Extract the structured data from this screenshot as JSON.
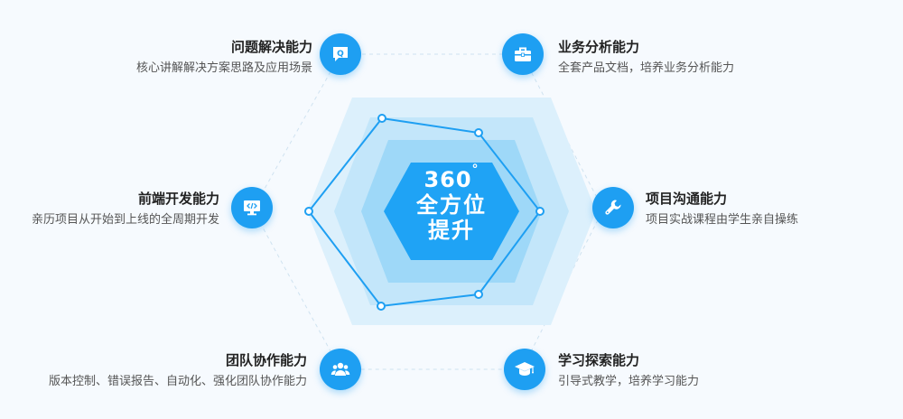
{
  "center": {
    "number": "360",
    "degree": "°",
    "line2": "全方位",
    "line3": "提升"
  },
  "items": [
    {
      "title": "问题解决能力",
      "desc": "核心讲解解决方案思路及应用场景",
      "icon": "question-chat-icon"
    },
    {
      "title": "业务分析能力",
      "desc": "全套产品文档，培养业务分析能力",
      "icon": "briefcase-icon"
    },
    {
      "title": "前端开发能力",
      "desc": "亲历项目从开始到上线的全周期开发",
      "icon": "code-monitor-icon"
    },
    {
      "title": "项目沟通能力",
      "desc": "项目实战课程由学生亲自操练",
      "icon": "wrench-icon"
    },
    {
      "title": "团队协作能力",
      "desc": "版本控制、错误报告、自动化、强化团队协作能力",
      "icon": "team-icon"
    },
    {
      "title": "学习探索能力",
      "desc": "引导式教学，培养学习能力",
      "icon": "graduation-cap-icon"
    }
  ],
  "colors": {
    "accent": "#1e9ff2",
    "hex_outer": "#dcf0fc",
    "hex_mid": "#c3e6fa",
    "hex_inner": "#9ed8f8",
    "hex_core": "#1fa3f5",
    "radar_line": "#1e9ff2"
  }
}
